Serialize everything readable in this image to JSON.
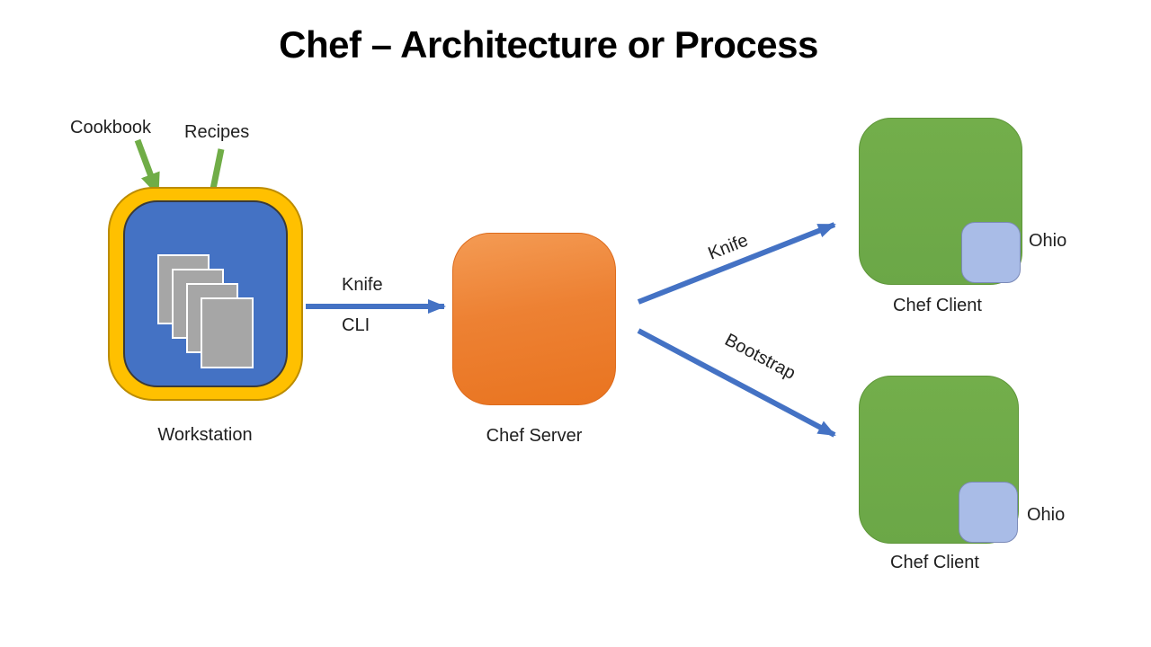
{
  "title": "Chef – Architecture or Process",
  "workstation": {
    "label": "Workstation",
    "cookbook_label": "Cookbook",
    "recipes_label": "Recipes",
    "paper_count": 4
  },
  "server": {
    "label": "Chef Server"
  },
  "clients": [
    {
      "label": "Chef Client",
      "region": "Ohio"
    },
    {
      "label": "Chef Client",
      "region": "Ohio"
    }
  ],
  "arrows": {
    "knife_cli_line1": "Knife",
    "knife_cli_line2": "CLI",
    "knife_label": "Knife",
    "bootstrap_label": "Bootstrap"
  },
  "colors": {
    "workstation_frame": "#FFC000",
    "workstation_inner": "#4472C4",
    "server_fill_top": "#F49B54",
    "server_fill_bottom": "#E97420",
    "client_fill": "#70AD47",
    "region_fill": "#A9BCE7",
    "arrow_blue": "#4472C4",
    "arrow_green": "#70AD47",
    "paper_fill": "#A6A6A6",
    "title_color": "#000000"
  }
}
